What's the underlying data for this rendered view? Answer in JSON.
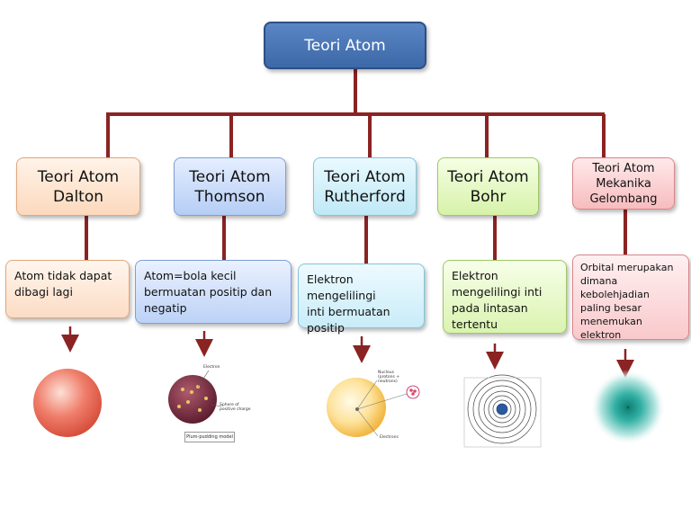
{
  "root": "Teori Atom",
  "models": [
    {
      "title": "Teori Atom\nDalton",
      "description": "Atom tidak dapat\ndibagi lagi"
    },
    {
      "title": "Teori Atom\nThomson",
      "description": "Atom=bola kecil\nbermuatan positip dan\nnegatip"
    },
    {
      "title": "Teori Atom\nRutherford",
      "description": "Elektron mengelilingi\ninti bermuatan\npositip"
    },
    {
      "title": "Teori Atom\nBohr",
      "description": "Elektron\nmengelilingi inti\npada lintasan\ntertentu"
    },
    {
      "title": "Teori Atom\nMekanika\nGelombang",
      "description": "Orbital merupakan\ndimana\nkebolehjadian\npaling besar\nmenemukan\nelektron"
    }
  ],
  "illustrations": {
    "thomson_labels": [
      "Electron",
      "Sphere of\npositive charge"
    ],
    "thomson_caption": "Plum-pudding model",
    "rutherford_labels": [
      "Nucleus\n(protons +\nneutrons)",
      "Electrons"
    ]
  },
  "colors": {
    "root": "#4a76b6",
    "connector": "#8b2323",
    "dalton": "#fcd9bd",
    "thomson": "#b5cdf5",
    "rutherford": "#bfe9f6",
    "bohr": "#d7f2aa",
    "mekanika": "#f7bcbe"
  }
}
